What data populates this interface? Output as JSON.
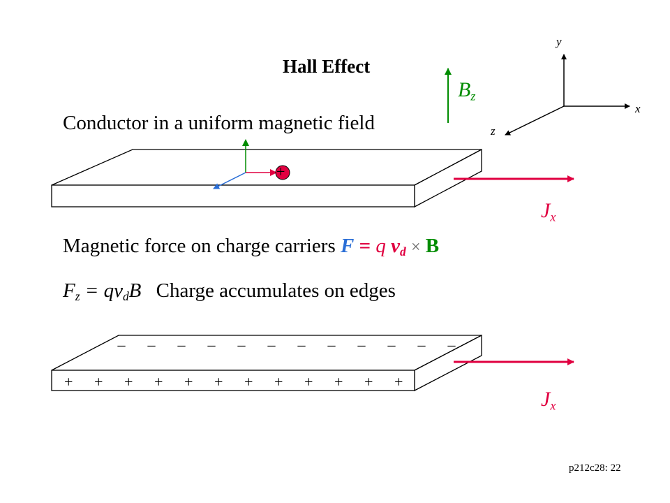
{
  "title": "Hall Effect",
  "intro_text": "Conductor in a uniform magnetic field",
  "axes": {
    "x": "x",
    "y": "y",
    "z": "z"
  },
  "field_label": {
    "symbol": "B",
    "sub": "z"
  },
  "current_label": {
    "symbol": "J",
    "sub": "x"
  },
  "force_line": {
    "text": "Magnetic force on charge carriers",
    "F": "F",
    "eq": "=",
    "q": "q",
    "v": "v",
    "v_sub": "d",
    "cross": "×",
    "B": "B"
  },
  "fz_line": {
    "F": "F",
    "F_sub": "z",
    "eq": " = ",
    "qv": "qv",
    "v_sub": "d",
    "B": "B",
    "text": "Charge accumulates on edges"
  },
  "carrier_symbol": "+",
  "minus_symbol": "_",
  "plus_symbol": "+",
  "footer": "p212c28: 22",
  "colors": {
    "field": "#008c00",
    "current": "#e00040",
    "force": "#2a6ed6"
  }
}
